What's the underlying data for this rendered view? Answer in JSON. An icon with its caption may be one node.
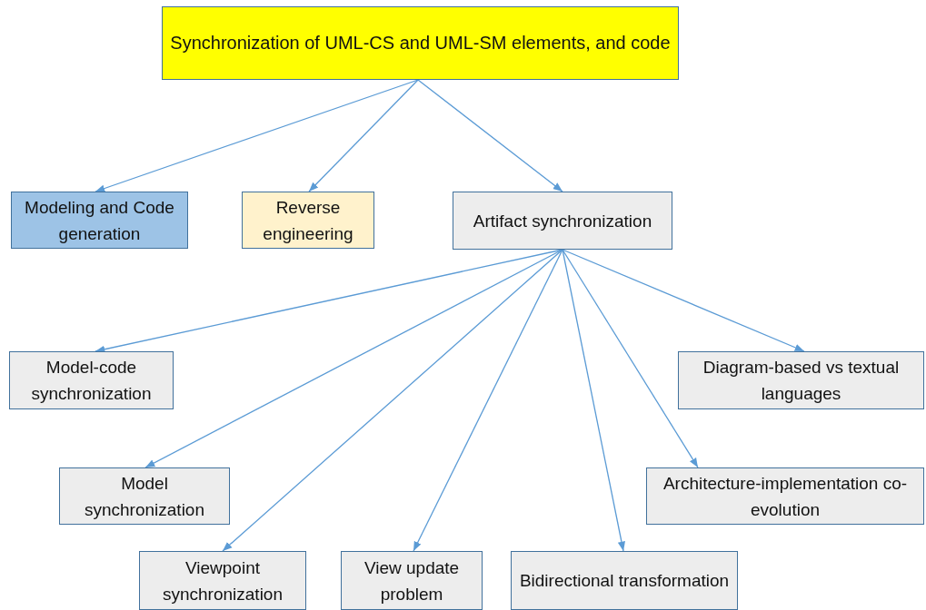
{
  "diagram": {
    "nodes": [
      {
        "text": [
          "Synchronization of UML-CS and UML-SM elements, and code"
        ]
      },
      {
        "text": [
          "Modeling and Code generation"
        ]
      },
      {
        "text": [
          "Reverse engineering"
        ]
      },
      {
        "text": [
          "Artifact synchronization"
        ]
      },
      {
        "text": [
          "Model-code synchronization"
        ]
      },
      {
        "text": [
          "Diagram-based vs textual languages"
        ]
      },
      {
        "text": [
          "Model synchronization"
        ]
      },
      {
        "text": [
          "Architecture-implementation co-evolution"
        ]
      },
      {
        "text": [
          "Viewpoint synchronization"
        ]
      },
      {
        "text": [
          "View update problem"
        ]
      },
      {
        "text": [
          "Bidirectional transformation"
        ]
      }
    ],
    "edges": [
      {
        "from": 0,
        "to": 1,
        "arrow": "to"
      },
      {
        "from": 0,
        "to": 2,
        "arrow": "to"
      },
      {
        "from": 0,
        "to": 3,
        "arrow": "to"
      },
      {
        "from": 3,
        "to": 4,
        "arrow": "to"
      },
      {
        "from": 3,
        "to": 5,
        "arrow": "to"
      },
      {
        "from": 3,
        "to": 6,
        "arrow": "to"
      },
      {
        "from": 3,
        "to": 7,
        "arrow": "to"
      },
      {
        "from": 3,
        "to": 8,
        "arrow": "to"
      },
      {
        "from": 3,
        "to": 9,
        "arrow": "to"
      },
      {
        "from": 3,
        "to": 10,
        "arrow": "to"
      }
    ]
  }
}
